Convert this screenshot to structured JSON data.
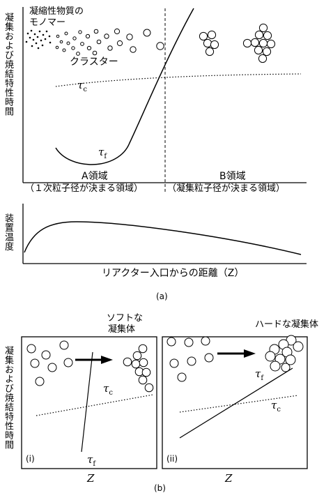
{
  "top_panel": {
    "monomer_label": "凝縮性物質の\nモノマー",
    "cluster_label": "クラスター",
    "y_axis_label": "凝集および焼結特性時間",
    "tau_c_symbol": "τ",
    "tau_c_sub": "c",
    "tau_f_symbol": "τ",
    "tau_f_sub": "f",
    "region_a_title": "A領域",
    "region_a_desc": "（１次粒子径が決まる領域）",
    "region_b_title": "B領域",
    "region_b_desc": "（凝集粒子径が決まる領域）"
  },
  "temp_panel": {
    "y_axis_label": "装置温度",
    "x_axis_label": "リアクター入口からの距離（Z）"
  },
  "caption_a": "(a)",
  "panel_i": {
    "title_line1": "ソフトな",
    "title_line2": "凝集体",
    "tau_c_symbol": "τ",
    "tau_c_sub": "c",
    "tau_f_symbol": "τ",
    "tau_f_sub": "f",
    "panel_label": "(i)",
    "x_axis_label": "Z"
  },
  "panel_ii": {
    "title": "ハードな凝集体",
    "tau_c_symbol": "τ",
    "tau_c_sub": "c",
    "tau_f_symbol": "τ",
    "tau_f_sub": "f",
    "panel_label": "(ii)",
    "x_axis_label": "Z"
  },
  "bottom_y_axis_label": "凝集および焼結特性時間",
  "caption_b": "(b)"
}
